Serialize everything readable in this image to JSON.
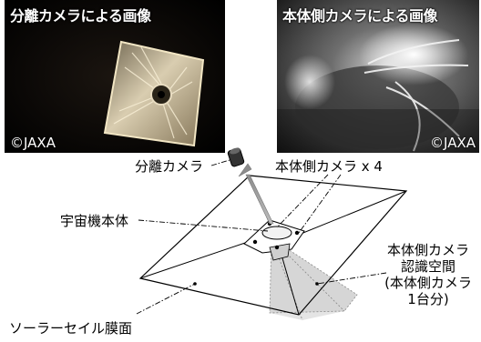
{
  "photos": {
    "left": {
      "title": "分離カメラによる画像",
      "credit": "©JAXA"
    },
    "right": {
      "title": "本体側カメラによる画像",
      "credit": "©JAXA"
    }
  },
  "labels": {
    "separation_camera": "分離カメラ",
    "body_cameras": "本体側カメラ x 4",
    "spacecraft_body": "宇宙機本体",
    "camera_view_space": [
      "本体側カメラ",
      "認識空間",
      "(本体側カメラ",
      "1台分)"
    ],
    "sail_membrane": "ソーラーセイル膜面"
  }
}
